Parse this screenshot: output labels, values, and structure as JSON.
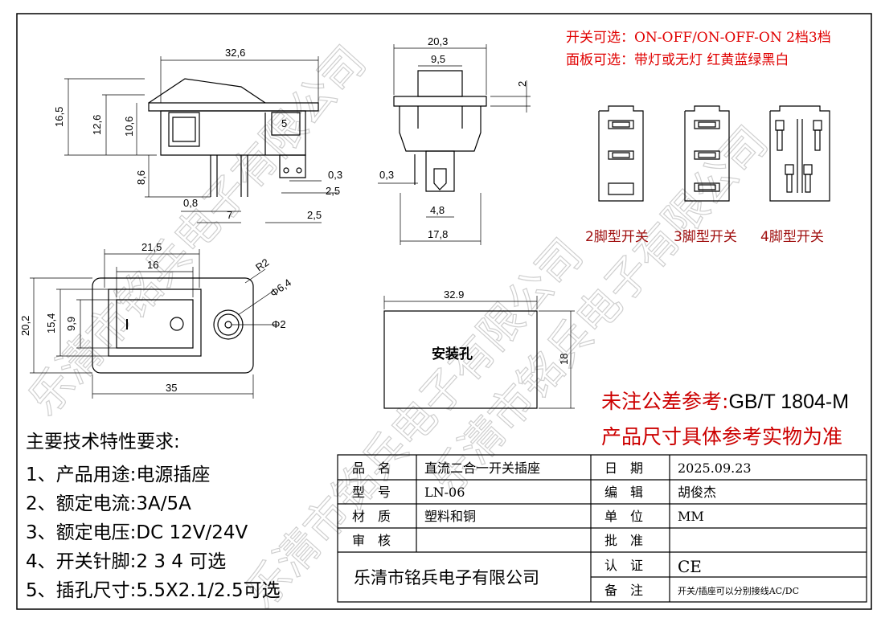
{
  "notes": {
    "switch_options": "开关可选：ON-OFF/ON-OFF-ON 2档3档",
    "panel_options": "面板可选：带灯或无灯 红黄蓝绿黑白"
  },
  "pin_types": [
    "2脚型开关",
    "3脚型开关",
    "4脚型开关"
  ],
  "dimensions": {
    "side": [
      "32,6",
      "16,5",
      "12,6",
      "10,6",
      "8,6",
      "0,8",
      "7",
      "0,3",
      "2,5",
      "2,5",
      "5"
    ],
    "front": [
      "20,3",
      "9,5",
      "2",
      "0,3",
      "4,8",
      "17,8"
    ],
    "top": [
      "21,5",
      "16",
      "R2",
      "Φ6,4",
      "Φ2",
      "20,2",
      "15,4",
      "9,9",
      "35"
    ],
    "cutout": [
      "32.9",
      "18"
    ]
  },
  "cutout_label": "安装孔",
  "tolerance": {
    "line1_prefix": "未注公差参考:",
    "line1_std": "GB/T 1804-M",
    "line2": "产品尺寸具体参考实物为准"
  },
  "requirements": {
    "title": "主要技术特性要求:",
    "items": [
      "1、产品用途:电源插座",
      "2、额定电流:3A/5A",
      "3、额定电压:DC 12V/24V",
      "4、开关针脚:2 3 4 可选",
      "5、插孔尺寸:5.5X2.1/2.5可选"
    ]
  },
  "title_block": {
    "rows": [
      {
        "k1": "品　名",
        "v1": "直流二合一开关插座",
        "k2": "日　期",
        "v2": "2025.09.23"
      },
      {
        "k1": "型　号",
        "v1": "LN-06",
        "k2": "编　辑",
        "v2": "胡俊杰"
      },
      {
        "k1": "材　质",
        "v1": "塑料和铜",
        "k2": "单　位",
        "v2": "MM"
      },
      {
        "k1": "审　核",
        "v1": "",
        "k2": "批　准",
        "v2": ""
      }
    ],
    "company": "乐清市铭兵电子有限公司",
    "cert_key": "认　证",
    "cert_val": "CE",
    "remark_key": "备　注",
    "remark_val": "开关/插座可以分别接线AC/DC"
  },
  "watermark": "乐清市铭兵电子有限公司",
  "colors": {
    "note_red": "#e00000",
    "label_red": "#a01010",
    "line": "#000000"
  }
}
